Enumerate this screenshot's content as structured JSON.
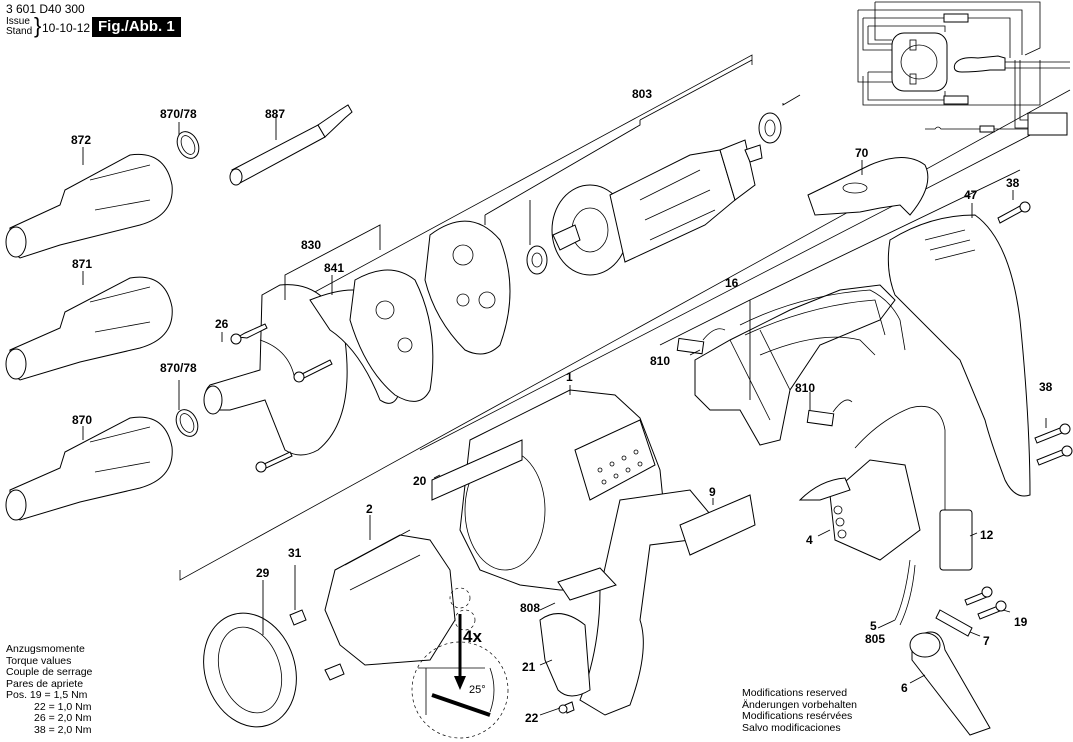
{
  "header": {
    "document_number": "3 601 D40 300",
    "issue_label": "Issue",
    "stand_label": "Stand",
    "brace": "}",
    "date": "10-10-12",
    "figure_label": "Fig./Abb. 1"
  },
  "part_labels": {
    "p872": "872",
    "p870_78_top": "870/78",
    "p887": "887",
    "p803": "803",
    "p70": "70",
    "p38_top": "38",
    "p47": "47",
    "p830": "830",
    "p841": "841",
    "p871": "871",
    "p26": "26",
    "p870_78_mid": "870/78",
    "p16": "16",
    "p810_left": "810",
    "p810_right": "810",
    "p870": "870",
    "p38_right": "38",
    "p1": "1",
    "p20": "20",
    "p9": "9",
    "p4": "4",
    "p12": "12",
    "p2": "2",
    "p31": "31",
    "p29": "29",
    "p808": "808",
    "p19": "19",
    "p5": "5",
    "p805": "805",
    "p7": "7",
    "p21": "21",
    "p22": "22",
    "p6": "6",
    "detail_count": "4x",
    "detail_angle": "25°"
  },
  "torque_note": {
    "lines": [
      "Anzugsmomente",
      "Torque values",
      "Couple de serrage",
      "Pares de apriete"
    ],
    "values": [
      {
        "text": "Pos. 19 = 1,5 Nm"
      },
      {
        "text": "22 = 1,0 Nm"
      },
      {
        "text": "26 = 2,0 Nm"
      },
      {
        "text": "38 = 2,0 Nm"
      }
    ]
  },
  "modifications_note": {
    "lines": [
      "Modifications reserved",
      "Änderungen vorbehalten",
      "Modifications resérvées",
      "Salvo modificaciones"
    ]
  }
}
